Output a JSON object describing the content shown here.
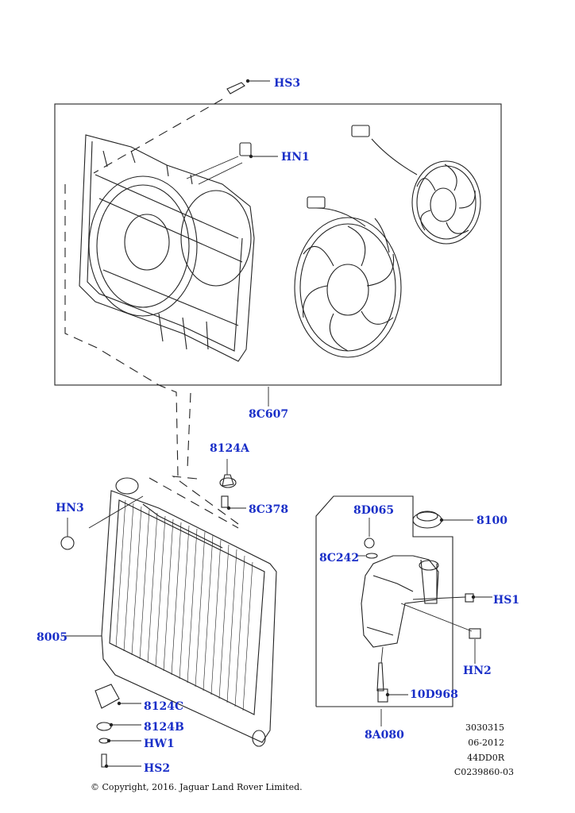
{
  "callouts": {
    "hs3": "HS3",
    "hn1": "HN1",
    "c8c607": "8C607",
    "c8124a": "8124A",
    "c8c378": "8C378",
    "hn3": "HN3",
    "c8005": "8005",
    "c8124c": "8124C",
    "c8124b": "8124B",
    "hw1": "HW1",
    "hs2": "HS2",
    "c8d065": "8D065",
    "c8100": "8100",
    "c8c242": "8C242",
    "hs1": "HS1",
    "hn2": "HN2",
    "c10d968": "10D968",
    "c8a080": "8A080"
  },
  "reference_codes": [
    "3030315",
    "06-2012",
    "44DD0R",
    "C0239860-03"
  ],
  "copyright": "© Copyright, 2016. Jaguar Land Rover Limited.",
  "colors": {
    "callout": "#1a2fc8",
    "line": "#222222",
    "background": "#ffffff"
  }
}
